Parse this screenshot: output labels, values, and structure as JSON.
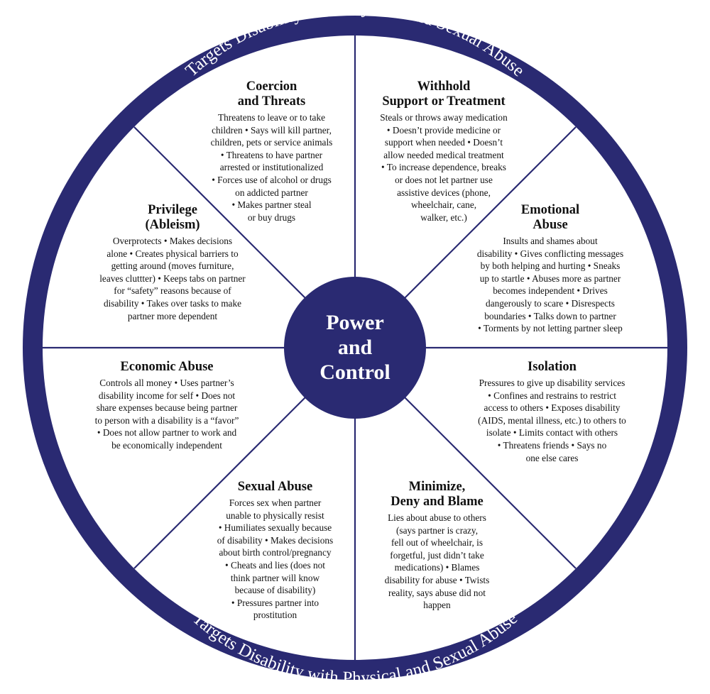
{
  "ring": {
    "top_text": "Targets Disability with Physical and Sexual Abuse",
    "bottom_text": "Targets Disability with Physical and Sexual Abuse"
  },
  "hub": {
    "title": "Power\nand\nControl"
  },
  "colors": {
    "navy": "#2a2a72",
    "line": "#2a2a72",
    "background": "#ffffff",
    "ring_text": "#ffffff"
  },
  "sections": {
    "coercion": {
      "title": "Coercion\nand Threats",
      "body": "Threatens to leave or to take\nchildren • Says will kill partner,\nchildren, pets or service animals\n• Threatens to have partner\narrested or institutionalized\n• Forces use of alcohol or drugs\non addicted partner\n• Makes partner steal\nor buy drugs"
    },
    "withhold": {
      "title": "Withhold\nSupport or Treatment",
      "body": "Steals or throws away medication\n• Doesn’t provide medicine or\nsupport when needed • Doesn’t\nallow needed medical treatment\n• To increase dependence, breaks\nor does not let partner use\nassistive devices (phone,\nwheelchair, cane,\nwalker, etc.)"
    },
    "privilege": {
      "title": "Privilege\n(Ableism)",
      "body": "Overprotects • Makes decisions\nalone • Creates physical barriers to\ngetting around (moves furniture,\nleaves cluttter) • Keeps tabs on partner\nfor “safety” reasons because of\ndisability • Takes over tasks to make\npartner more dependent"
    },
    "emotional": {
      "title": "Emotional\nAbuse",
      "body": "Insults and shames about\ndisability • Gives conflicting messages\nby both helping and hurting • Sneaks\nup to startle • Abuses more as partner\nbecomes independent • Drives\ndangerously to scare • Disrespects\nboundaries • Talks down to partner\n• Torments by not letting partner sleep"
    },
    "economic": {
      "title": "Economic Abuse",
      "body": "Controls all money • Uses partner’s\ndisability income for self • Does not\nshare expenses because being partner\nto person with a disability is a “favor”\n• Does not allow partner to work and\nbe economically independent"
    },
    "isolation": {
      "title": "Isolation",
      "body": "Pressures to give up disability services\n• Confines and restrains to restrict\naccess to others • Exposes disability\n(AIDS, mental illness, etc.) to others to\nisolate • Limits contact with others\n• Threatens friends • Says no\none else cares"
    },
    "sexual": {
      "title": "Sexual Abuse",
      "body": "Forces sex when partner\nunable to physically resist\n• Humiliates sexually because\nof disability • Makes decisions\nabout birth control/pregnancy\n• Cheats and lies (does not\nthink partner will know\nbecause of disability)\n• Pressures partner into\nprostitution"
    },
    "minimize": {
      "title": "Minimize,\nDeny and Blame",
      "body": "Lies about abuse to others\n(says partner is crazy,\nfell out of wheelchair, is\nforgetful, just didn’t take\nmedications) • Blames\ndisability for abuse • Twists\nreality, says abuse did not\nhappen"
    }
  }
}
